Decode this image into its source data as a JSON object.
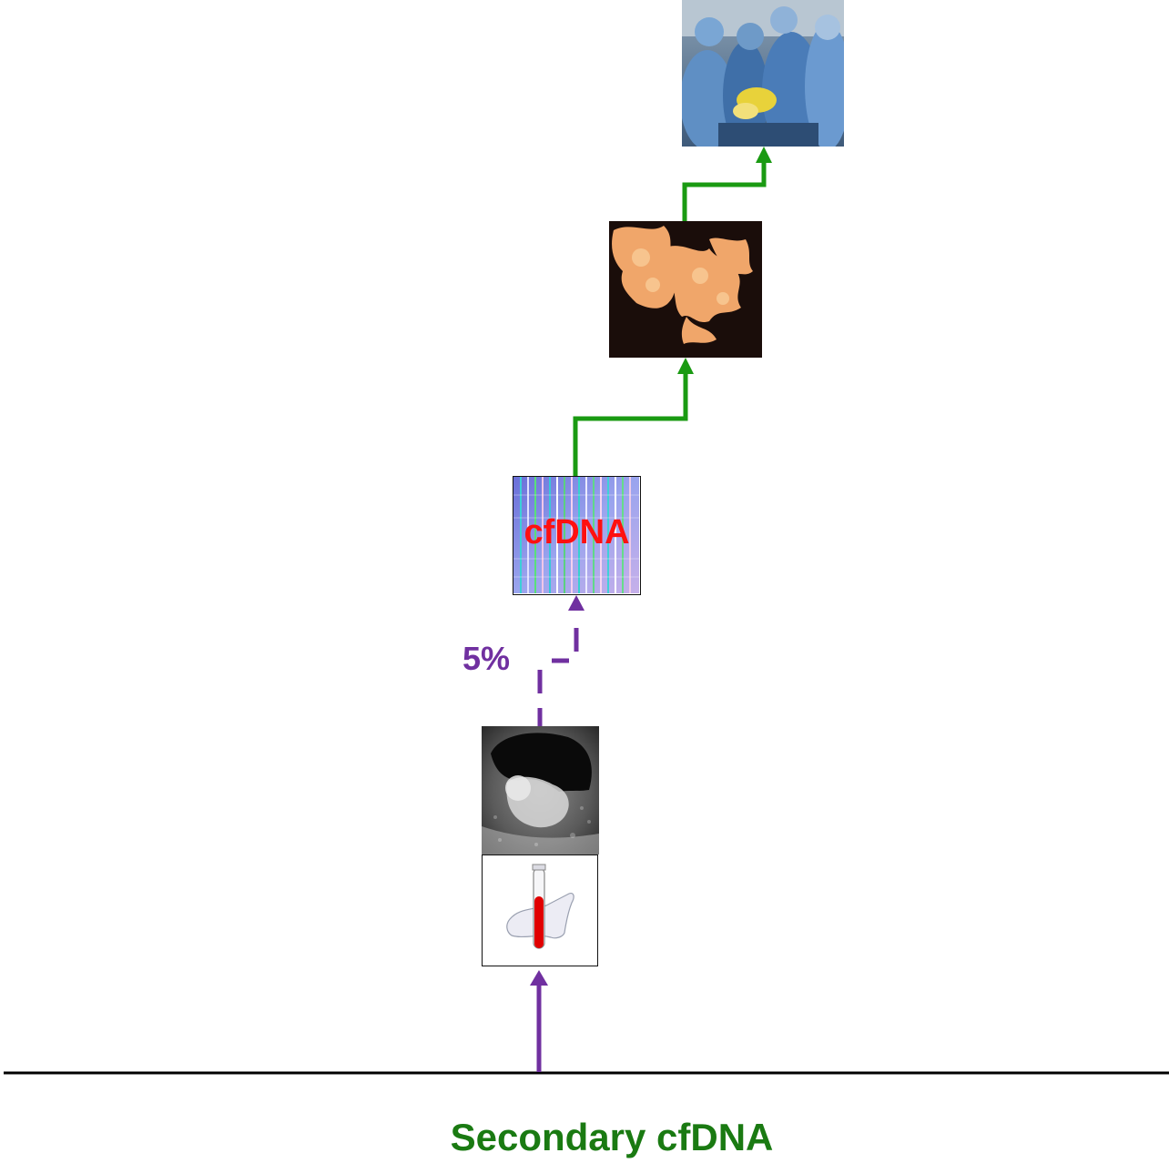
{
  "diagram": {
    "title": "Secondary cfDNA",
    "sequencing_label": "cfDNA",
    "percentage_label": "5%",
    "colors": {
      "green_path": "#1a9a12",
      "purple_path": "#7030a0",
      "title": "#1a7a12",
      "seq_label": "#ff1010",
      "baseline": "#000000"
    },
    "nodes": [
      {
        "id": "blood-tube",
        "icon": "blood-sample-tube-icon"
      },
      {
        "id": "ultrasound",
        "icon": "fetal-ultrasound-image"
      },
      {
        "id": "sequencing",
        "icon": "dna-sequencing-image"
      },
      {
        "id": "chorionic-villi",
        "icon": "chorionic-villi-image"
      },
      {
        "id": "surgery",
        "icon": "surgical-team-image"
      }
    ]
  }
}
